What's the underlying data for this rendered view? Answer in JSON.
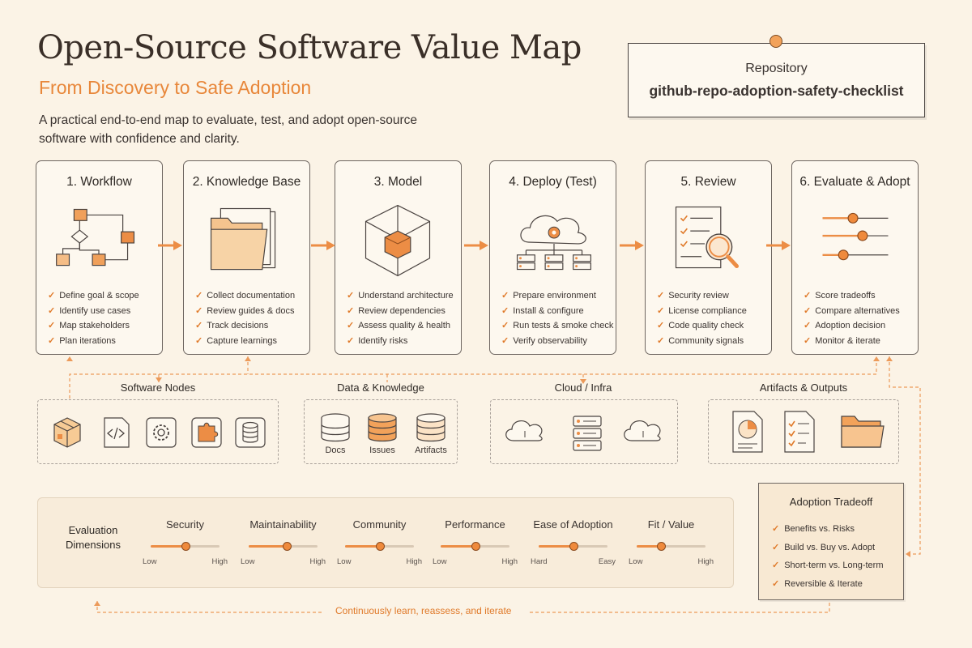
{
  "header": {
    "title": "Open-Source Software Value Map",
    "subtitle": "From Discovery to Safe Adoption",
    "description": "A practical end-to-end map to evaluate, test, and adopt open-source software with confidence and clarity."
  },
  "repository": {
    "label": "Repository",
    "name": "github-repo-adoption-safety-checklist"
  },
  "stages": [
    {
      "title": "1. Workflow",
      "icon": "workflow-diagram-icon",
      "items": [
        "Define goal & scope",
        "Identify use cases",
        "Map stakeholders",
        "Plan iterations"
      ]
    },
    {
      "title": "2. Knowledge Base",
      "icon": "folder-stack-icon",
      "items": [
        "Collect documentation",
        "Review guides & docs",
        "Track decisions",
        "Capture learnings"
      ]
    },
    {
      "title": "3. Model",
      "icon": "cube-icon",
      "items": [
        "Understand architecture",
        "Review dependencies",
        "Assess quality & health",
        "Identify risks"
      ]
    },
    {
      "title": "4. Deploy (Test)",
      "icon": "cloud-servers-icon",
      "items": [
        "Prepare environment",
        "Install & configure",
        "Run tests & smoke check",
        "Verify observability"
      ]
    },
    {
      "title": "5. Review",
      "icon": "checklist-magnifier-icon",
      "items": [
        "Security review",
        "License compliance",
        "Code quality check",
        "Community signals"
      ]
    },
    {
      "title": "6. Evaluate & Adopt",
      "icon": "sliders-icon",
      "items": [
        "Score tradeoffs",
        "Compare alternatives",
        "Adoption decision",
        "Monitor & iterate"
      ]
    }
  ],
  "groups": {
    "software_nodes": {
      "title": "Software Nodes",
      "icons": [
        "package-icon",
        "code-file-icon",
        "gear-icon",
        "puzzle-icon",
        "database-icon"
      ]
    },
    "data_knowledge": {
      "title": "Data & Knowledge",
      "items": [
        "Docs",
        "Issues",
        "Artifacts"
      ]
    },
    "cloud_infra": {
      "title": "Cloud / Infra",
      "icons": [
        "cloud-icon",
        "server-stack-icon",
        "cloud-icon"
      ]
    },
    "artifacts_outputs": {
      "title": "Artifacts & Outputs",
      "icons": [
        "report-icon",
        "checklist-icon",
        "folder-icon"
      ]
    }
  },
  "evaluation": {
    "label": "Evaluation Dimensions",
    "dimensions": [
      {
        "name": "Security",
        "low": "Low",
        "high": "High",
        "level": 0.5
      },
      {
        "name": "Maintainability",
        "low": "Low",
        "high": "High",
        "level": 0.55
      },
      {
        "name": "Community",
        "low": "Low",
        "high": "High",
        "level": 0.5
      },
      {
        "name": "Performance",
        "low": "Low",
        "high": "High",
        "level": 0.5
      },
      {
        "name": "Ease of Adoption",
        "low": "Hard",
        "high": "Easy",
        "level": 0.5
      },
      {
        "name": "Fit / Value",
        "low": "Low",
        "high": "High",
        "level": 0.35
      }
    ]
  },
  "loop_text": "Continuously learn, reassess, and iterate",
  "tradeoff": {
    "title": "Adoption Tradeoff",
    "items": [
      "Benefits vs. Risks",
      "Build vs. Buy vs. Adopt",
      "Short-term vs. Long-term",
      "Reversible & Iterate"
    ]
  },
  "colors": {
    "accent": "#e8873a",
    "background": "#fbf3e6",
    "card": "#fdf8ef"
  }
}
